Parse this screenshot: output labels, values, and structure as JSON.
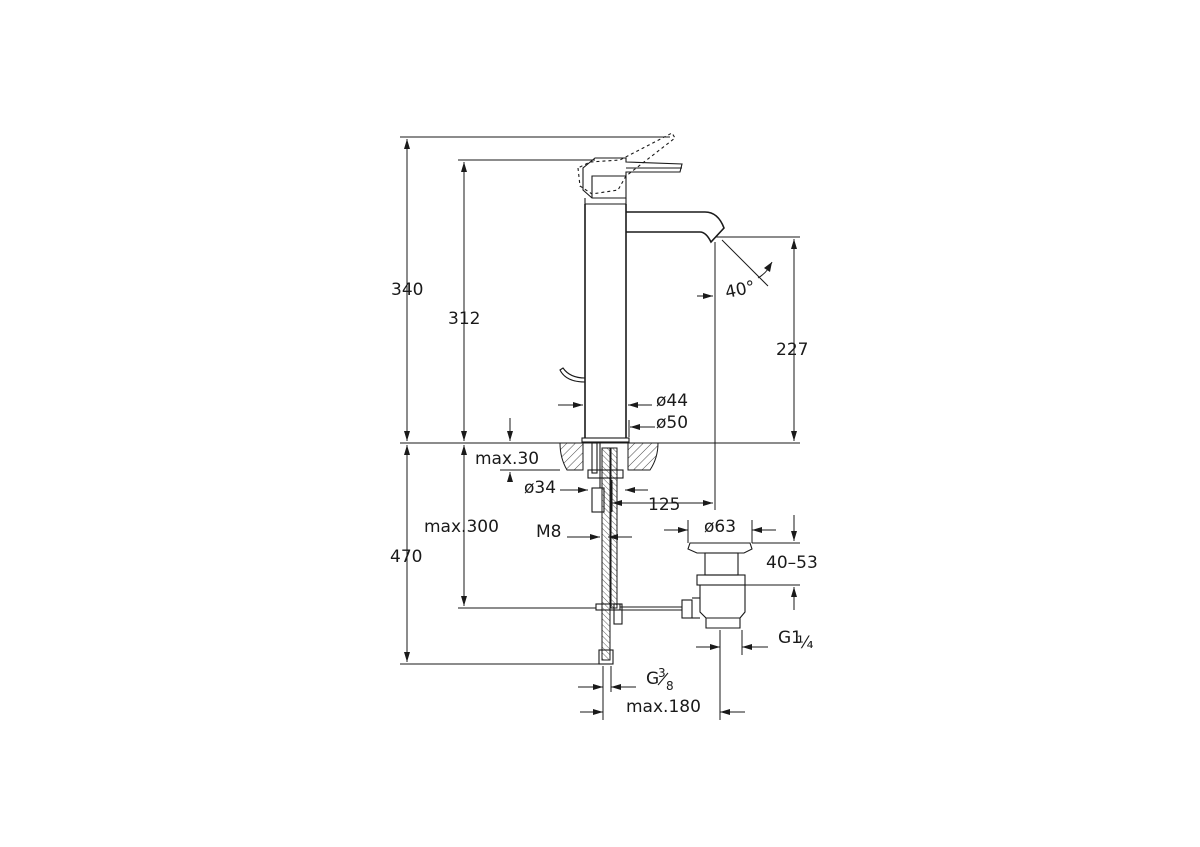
{
  "dimensions": {
    "total_height": "340",
    "spout_height_312": "312",
    "spout_outlet_227": "227",
    "spout_angle": "40°",
    "body_dia_44": "ø44",
    "base_dia_50": "ø50",
    "max_deck_30": "max.30",
    "hole_dia_34": "ø34",
    "reach_125": "125",
    "max_300": "max.300",
    "thread_m8": "M8",
    "below_470": "470",
    "waste_dia_63": "ø63",
    "waste_range": "40–53",
    "waste_thread_main": "G1",
    "waste_thread_fraction": "¼",
    "hose_thread_main": "G",
    "hose_thread_num": "3",
    "hose_thread_den": "8",
    "max_180": "max.180"
  },
  "colors": {
    "ink": "#1a1a1a",
    "background": "#ffffff"
  }
}
